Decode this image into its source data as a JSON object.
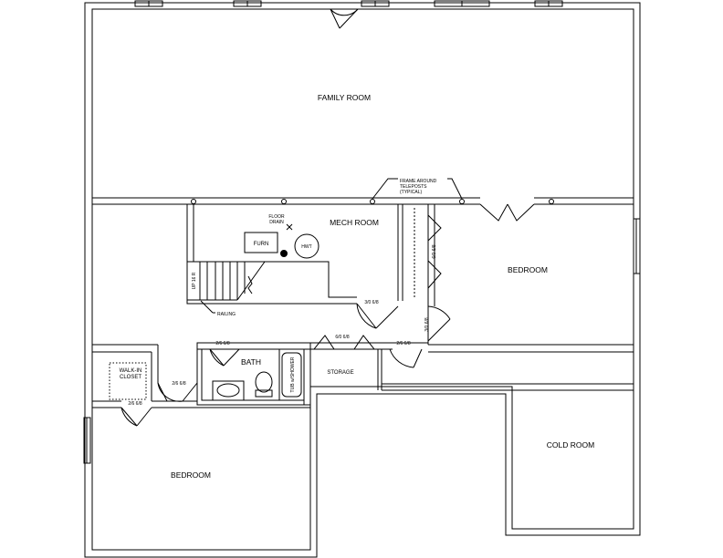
{
  "rooms": {
    "family_room": "FAMILY ROOM",
    "mech_room": "MECH ROOM",
    "bedroom_east": "BEDROOM",
    "bedroom_west": "BEDROOM",
    "bath": "BATH",
    "storage": "STORAGE",
    "cold_room": "COLD ROOM",
    "walk_in_closet_line1": "WALK-IN",
    "walk_in_closet_line2": "CLOSET"
  },
  "fixtures": {
    "furnace": "FURN",
    "hot_water_tank": "HWT",
    "floor_drain_line1": "FLOOR",
    "floor_drain_line2": "DRAIN",
    "tub_shower": "TUB w/SHOWER",
    "stair_count": "UP 16 R",
    "stair_rail": "RAILING"
  },
  "notes": {
    "frame_line1": "FRAME AROUND",
    "frame_line2": "TELEPOSTS",
    "frame_line3": "(TYPICAL)"
  },
  "door_sizes": {
    "mech_door": "3/0 6/8",
    "bedroom_east_door": "3/0 6/8",
    "bedroom_east_closet": "6/0 6/8",
    "storage_door": "6/0 6/8",
    "hall_door": "2/6 6/8",
    "bath_door": "2/6 6/8",
    "closet_door": "2/6 6/8",
    "bedroom_west_door": "2/6 6/8"
  }
}
